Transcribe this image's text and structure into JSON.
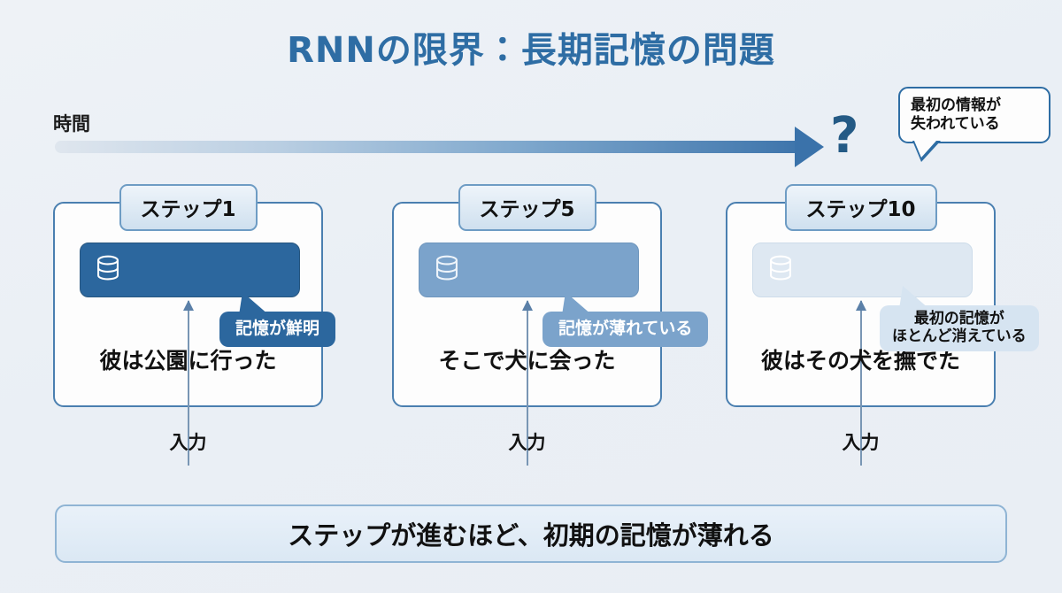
{
  "title": "RNNの限界：長期記憶の問題",
  "timeline": {
    "label": "時間",
    "end_marker": "?",
    "bubble": {
      "line1": "最初の情報が",
      "line2": "失われている"
    }
  },
  "steps": [
    {
      "badge": "ステップ1",
      "memory_icon": "database-icon",
      "memory_color": "#2c679e",
      "memory_strength": "強い",
      "callout": "記憶が鮮明",
      "sentence": "彼は公園に行った",
      "input_label": "入力"
    },
    {
      "badge": "ステップ5",
      "memory_icon": "database-icon",
      "memory_color": "#7ba3cb",
      "memory_strength": "中程度",
      "callout": "記憶が薄れている",
      "sentence": "そこで犬に会った",
      "input_label": "入力"
    },
    {
      "badge": "ステップ10",
      "memory_icon": "database-icon",
      "memory_color": "#dee8f2",
      "memory_strength": "弱い",
      "callout_line1": "最初の記憶が",
      "callout_line2": "ほとんど消えている",
      "sentence": "彼はその犬を撫でた",
      "input_label": "入力"
    }
  ],
  "summary": "ステップが進むほど、初期の記憶が薄れる",
  "colors": {
    "title": "#2e6da4",
    "background": "#eef2f6",
    "accent": "#2c679e",
    "card_border": "#4a7fb0"
  }
}
